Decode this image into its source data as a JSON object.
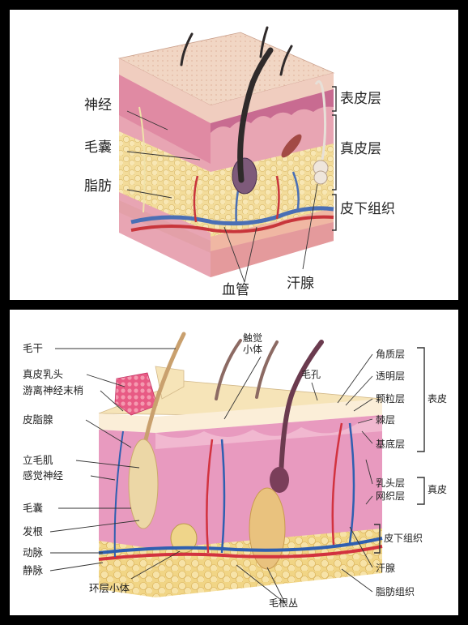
{
  "top_labels": {
    "nerve": "神经",
    "hair_follicle": "毛囊",
    "fat": "脂肪",
    "epidermis": "表皮层",
    "dermis": "真皮层",
    "subcutaneous": "皮下组织",
    "sweat_gland": "汗腺",
    "blood_vessel": "血管"
  },
  "bottom_labels": {
    "hair_shaft": "毛干",
    "touch_corpuscle": "触觉\n小体",
    "pore": "毛孔",
    "dermal_papilla": "真皮乳头",
    "free_nerve_endings": "游离神经末梢",
    "sebaceous_gland": "皮脂腺",
    "arrector_pili": "立毛肌",
    "sensory_nerve": "感觉神经",
    "hair_follicle": "毛囊",
    "hair_root": "发根",
    "artery": "动脉",
    "vein": "静脉",
    "lamellar_corpuscle": "环层小体",
    "hair_root_plexus": "毛根丛",
    "stratum_corneum": "角质层",
    "stratum_lucidum": "透明层",
    "stratum_granulosum": "颗粒层",
    "stratum_spinosum": "棘层",
    "stratum_basale": "基底层",
    "epidermis": "表皮",
    "papillary_layer": "乳头层",
    "reticular_layer": "网织层",
    "dermis": "真皮",
    "subcutaneous": "皮下组织",
    "sweat_gland": "汗腺",
    "adipose_tissue": "脂肪组织"
  }
}
